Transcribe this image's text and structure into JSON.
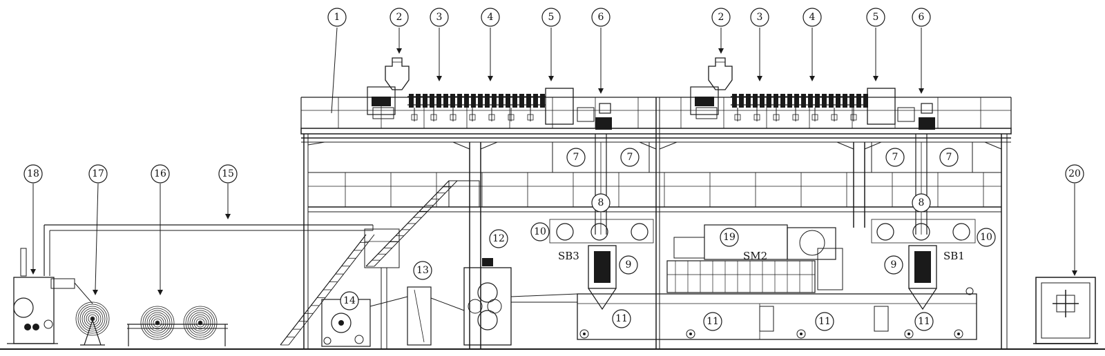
{
  "callouts": {
    "c1": "1",
    "c2a": "2",
    "c3a": "3",
    "c4a": "4",
    "c5a": "5",
    "c6a": "6",
    "c2b": "2",
    "c3b": "3",
    "c4b": "4",
    "c5b": "5",
    "c6b": "6",
    "c7a": "7",
    "c7b": "7",
    "c7c": "7",
    "c7d": "7",
    "c8a": "8",
    "c8b": "8",
    "c9a": "9",
    "c9b": "9",
    "c10a": "10",
    "c10b": "10",
    "c11a": "11",
    "c11b": "11",
    "c11c": "11",
    "c11d": "11",
    "c12": "12",
    "c13": "13",
    "c14": "14",
    "c15": "15",
    "c16": "16",
    "c17": "17",
    "c18": "18",
    "c19": "19",
    "c20": "20"
  },
  "zones": {
    "sb3": "SB3",
    "sm2": "SM2",
    "sb1": "SB1"
  }
}
